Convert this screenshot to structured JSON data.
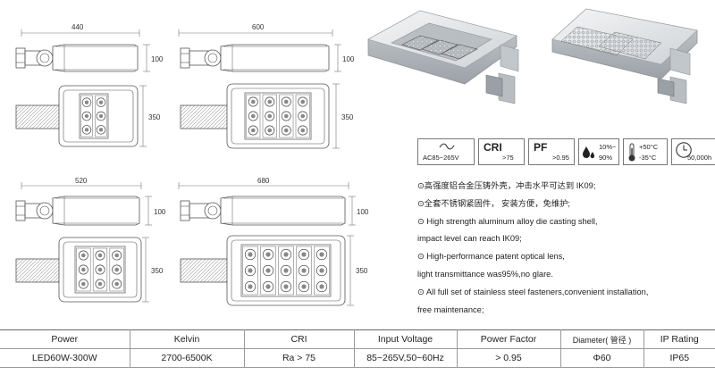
{
  "drawings": [
    {
      "width_label": "440",
      "height_label": "100",
      "depth_label": "350",
      "rows": 3,
      "cols": 2
    },
    {
      "width_label": "600",
      "height_label": "100",
      "depth_label": "350",
      "rows": 3,
      "cols": 4
    },
    {
      "width_label": "520",
      "height_label": "100",
      "depth_label": "350",
      "rows": 3,
      "cols": 3
    },
    {
      "width_label": "680",
      "height_label": "100",
      "depth_label": "350",
      "rows": 3,
      "cols": 5
    }
  ],
  "specs": {
    "voltage": "AC85~265V",
    "cri_title": "CRI",
    "cri_value": ">75",
    "pf_title": "PF",
    "pf_value": ">0.95",
    "humidity_top": "10%~",
    "humidity_bottom": "90%",
    "temp_top": "+50°C",
    "temp_bottom": "-35°C",
    "lifetime": "50,000h"
  },
  "features": [
    "⊙高强度铝合金压铸外壳，冲击水平可达到 IK09;",
    "⊙全套不锈钢紧固件，  安装方便，免维护;",
    "⊙ High strength aluminum alloy die casting shell,",
    "impact level can reach IK09;",
    "⊙ High-performance patent optical lens,",
    "light transmittance was95%,no glare.",
    "⊙ All full set of stainless steel fasteners,convenient installation,",
    "free maintenance;"
  ],
  "table": {
    "headers": [
      "Power",
      "Kelvin",
      "CRI",
      "Input Voltage",
      "Power Factor",
      "Diameter( 管径 )",
      "IP Rating"
    ],
    "row": [
      "LED60W-300W",
      "2700-6500K",
      "Ra > 75",
      "85~265V,50~60Hz",
      "> 0.95",
      "Φ60",
      "IP65"
    ]
  },
  "colors": {
    "line": "#555555",
    "dim": "#777777",
    "housing": "#e6e8ea"
  }
}
